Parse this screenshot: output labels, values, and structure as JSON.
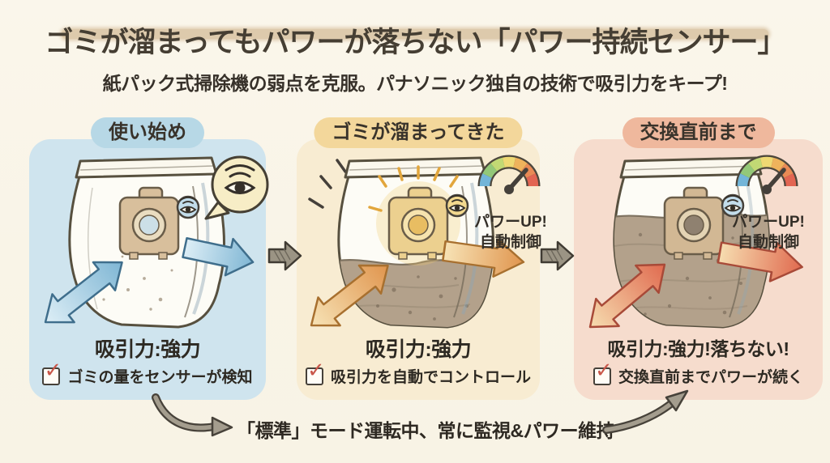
{
  "header": {
    "title": "ゴミが溜まってもパワーが落ちない「パワー持続センサー」",
    "subtitle": "紙パック式掃除機の弱点を克服。パナソニック独自の技術で吸引力をキープ!"
  },
  "panels": [
    {
      "label": "使い始め",
      "suction_label": "吸引力:強力",
      "check_text": "ゴミの量をセンサーが検知"
    },
    {
      "label": "ゴミが溜まってきた",
      "suction_label": "吸引力:強力",
      "check_text": "吸引力を自動でコントロール",
      "gauge_note_line1": "パワーUP!",
      "gauge_note_line2": "自動制御"
    },
    {
      "label": "交換直前まで",
      "suction_label": "吸引力:強力!落ちない!",
      "check_text": "交換直前までパワーが続く",
      "gauge_note_line1": "パワーUP!",
      "gauge_note_line2": "自動制御"
    }
  ],
  "footer": {
    "note": "「標準」モード運転中、常に監視&パワー維持"
  },
  "icons": {
    "check": "✓"
  },
  "colors": {
    "background": "#f9f4e7",
    "title_ink": "#453e33",
    "title_underline": "#d9c3a2",
    "panel1_bg": "#cfe4ee",
    "panel1_pill": "#b7d8e6",
    "panel2_bg": "#f8ecd2",
    "panel2_pill": "#f3d79b",
    "panel3_bg": "#f6dccd",
    "panel3_pill": "#efb89d",
    "check_red": "#c9574a",
    "arrow_blue": "#7fb6d4",
    "arrow_orange": "#e0954e",
    "arrow_red": "#e06a4f",
    "connector_gray": "#a39c8d",
    "gauge_segments": [
      "#72b5d8",
      "#93c878",
      "#c2d974",
      "#efd973",
      "#eeb35c",
      "#e98a55",
      "#e26552"
    ]
  }
}
